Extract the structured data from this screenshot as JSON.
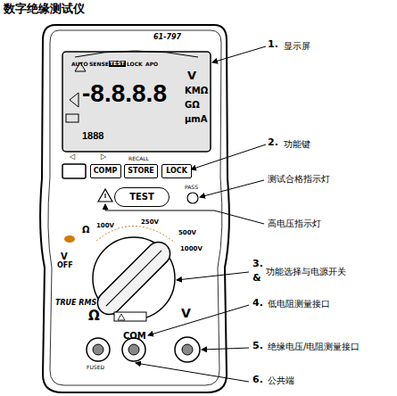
{
  "diagram": {
    "title": "数字绝缘测试仪",
    "nodes": [
      {
        "text": [
          "COMP"
        ]
      },
      {
        "text": [
          "STORE"
        ]
      },
      {
        "text": [
          "LOCK"
        ]
      },
      {
        "text": [
          "TEST"
        ]
      }
    ],
    "labels": [
      "61-797",
      "AUTO",
      "SENSE",
      "TEST",
      "LOCK",
      "APO",
      "-8.8.8.8",
      "V",
      "KMΩ",
      "GΩ",
      "μmA",
      "1888",
      "◁",
      "▷",
      "RECALL",
      "PASS",
      "100V",
      "250V",
      "500V",
      "1000V",
      "V",
      "OFF",
      "TRUE RMS",
      "Ω",
      "V",
      "COM",
      "FUSED",
      "1.",
      "显示屏",
      "2.",
      "功能键",
      "测试合格指示灯",
      "高电压指示灯",
      "3.",
      "&",
      "功能选择与电源开关",
      "4.",
      "低电阻测量接口",
      "5.",
      "绝缘电压/电阻测量接口",
      "6.",
      "公共端",
      "Ω"
    ]
  }
}
